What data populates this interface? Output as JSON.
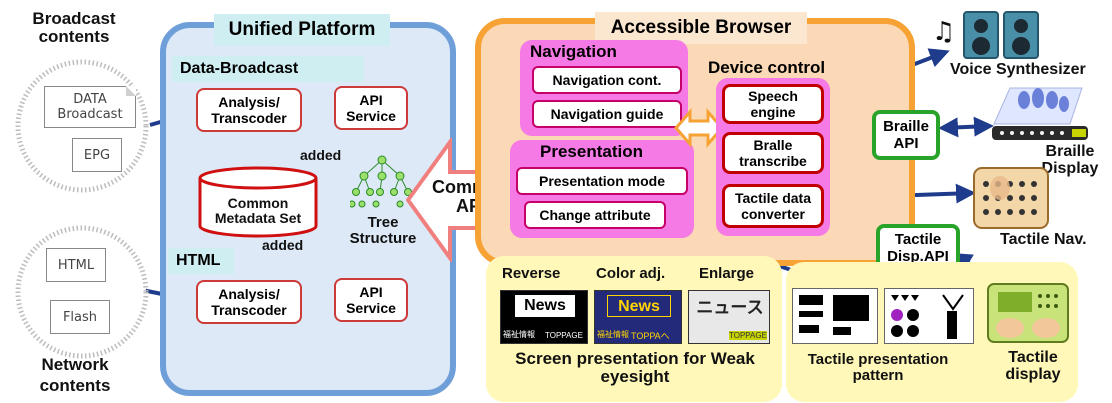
{
  "sources": {
    "broadcast_title": "Broadcast contents",
    "broadcast_title_line2": "contents",
    "broadcast_docs": [
      "DATA Broadcast",
      "EPG"
    ],
    "network_title": "Network",
    "network_title_line2": "contents",
    "network_docs": [
      "HTML",
      "Flash"
    ]
  },
  "unified_platform": {
    "title": "Unified  Platform",
    "data_broadcast_label": "Data-Broadcast",
    "html_label": "HTML",
    "analysis_1": "Analysis/ Transcoder",
    "analysis_2": "Analysis/ Transcoder",
    "api_service_1": "API Service",
    "api_service_2": "API Service",
    "metadata": "Common Metadata Set",
    "added_top": "added",
    "added_bottom": "added",
    "tree_label": "Tree Structure"
  },
  "common_api": "Common API",
  "accessible_browser": {
    "title": "Accessible Browser",
    "navigation": {
      "heading": "Navigation",
      "items": [
        "Navigation cont.",
        "Navigation guide"
      ]
    },
    "presentation": {
      "heading": "Presentation",
      "items": [
        "Presentation mode",
        "Change attribute"
      ]
    },
    "device_control": {
      "heading": "Device control",
      "items": [
        "Speech engine",
        "Bralle transcribe",
        "Tactile data converter"
      ]
    }
  },
  "devices": {
    "voice": "Voice Synthesizer",
    "braille_api": "Braille API",
    "braille_display": "Braille Display",
    "tactile_nav": "Tactile Nav.",
    "tactile_disp_api": "Tactile Disp.API",
    "tactile_display": "Tactile display"
  },
  "screen_panel": {
    "labels": [
      "Reverse",
      "Color adj.",
      "Enlarge"
    ],
    "thumb_news": "News",
    "thumb_news_2": "News",
    "thumb_news_jp": "ニュース",
    "thumb_small_1": "福祉情報",
    "thumb_small_2": "TOPPAGE",
    "thumb_small_3": "福祉情報",
    "thumb_small_4": "TOPPAへ",
    "thumb_small_5": "TOPPAGE",
    "caption": "Screen presentation for Weak eyesight"
  },
  "tactile_panel": {
    "caption": "Tactile presentation pattern"
  },
  "colors": {
    "unified_border": "#6f9fd8",
    "browser_border": "#f6a234",
    "pink": "#f67ae5",
    "arrow_blue": "#1f3b8c",
    "green": "#2aa32a",
    "yellow_panel": "#fff8b8"
  }
}
